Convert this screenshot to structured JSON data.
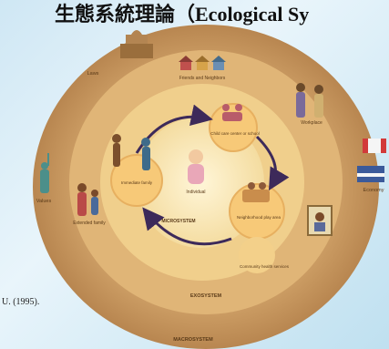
{
  "header": {
    "title": "生態系統理論（Ecological Sy"
  },
  "diagram": {
    "levels": {
      "macro": "MACROSYSTEM",
      "exo": "EXOSYSTEM",
      "micro": "MICROSYSTEM"
    },
    "macro_items": {
      "laws": "Laws",
      "values": "Values",
      "economy": "Economy"
    },
    "exo_items": {
      "friends": "Friends and Neighbors",
      "workplace": "Workplace",
      "extended_family": "Extended family",
      "community_health": "Community health services"
    },
    "micro_items": {
      "childcare": "Child care center or school",
      "immediate_family": "Immediate family",
      "neighborhood": "Neighborhood play area",
      "individual": "Individual"
    }
  },
  "footer": {
    "citation": "U. (1995)."
  },
  "colors": {
    "outer_ring": "#c99a5e",
    "exo_ring": "#e2b679",
    "micro_ring": "#f3d494",
    "core": "#fbeec0",
    "arrows": "#3d2a5a"
  }
}
